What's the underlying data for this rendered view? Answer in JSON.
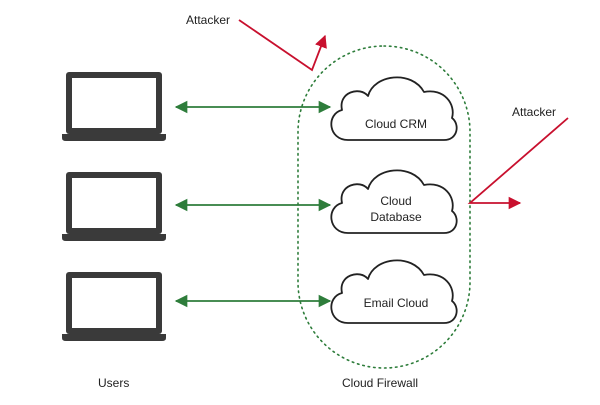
{
  "labels": {
    "attacker_top": "Attacker",
    "attacker_right": "Attacker",
    "users": "Users",
    "firewall": "Cloud Firewall"
  },
  "clouds": [
    {
      "lines": [
        "Cloud CRM"
      ]
    },
    {
      "lines": [
        "Cloud",
        "Database"
      ]
    },
    {
      "lines": [
        "Email Cloud"
      ]
    }
  ],
  "colors": {
    "connection": "#2e7d3b",
    "attack": "#c8102e",
    "firewall_border": "#2e7d3b",
    "device": "#3a3a3a"
  }
}
